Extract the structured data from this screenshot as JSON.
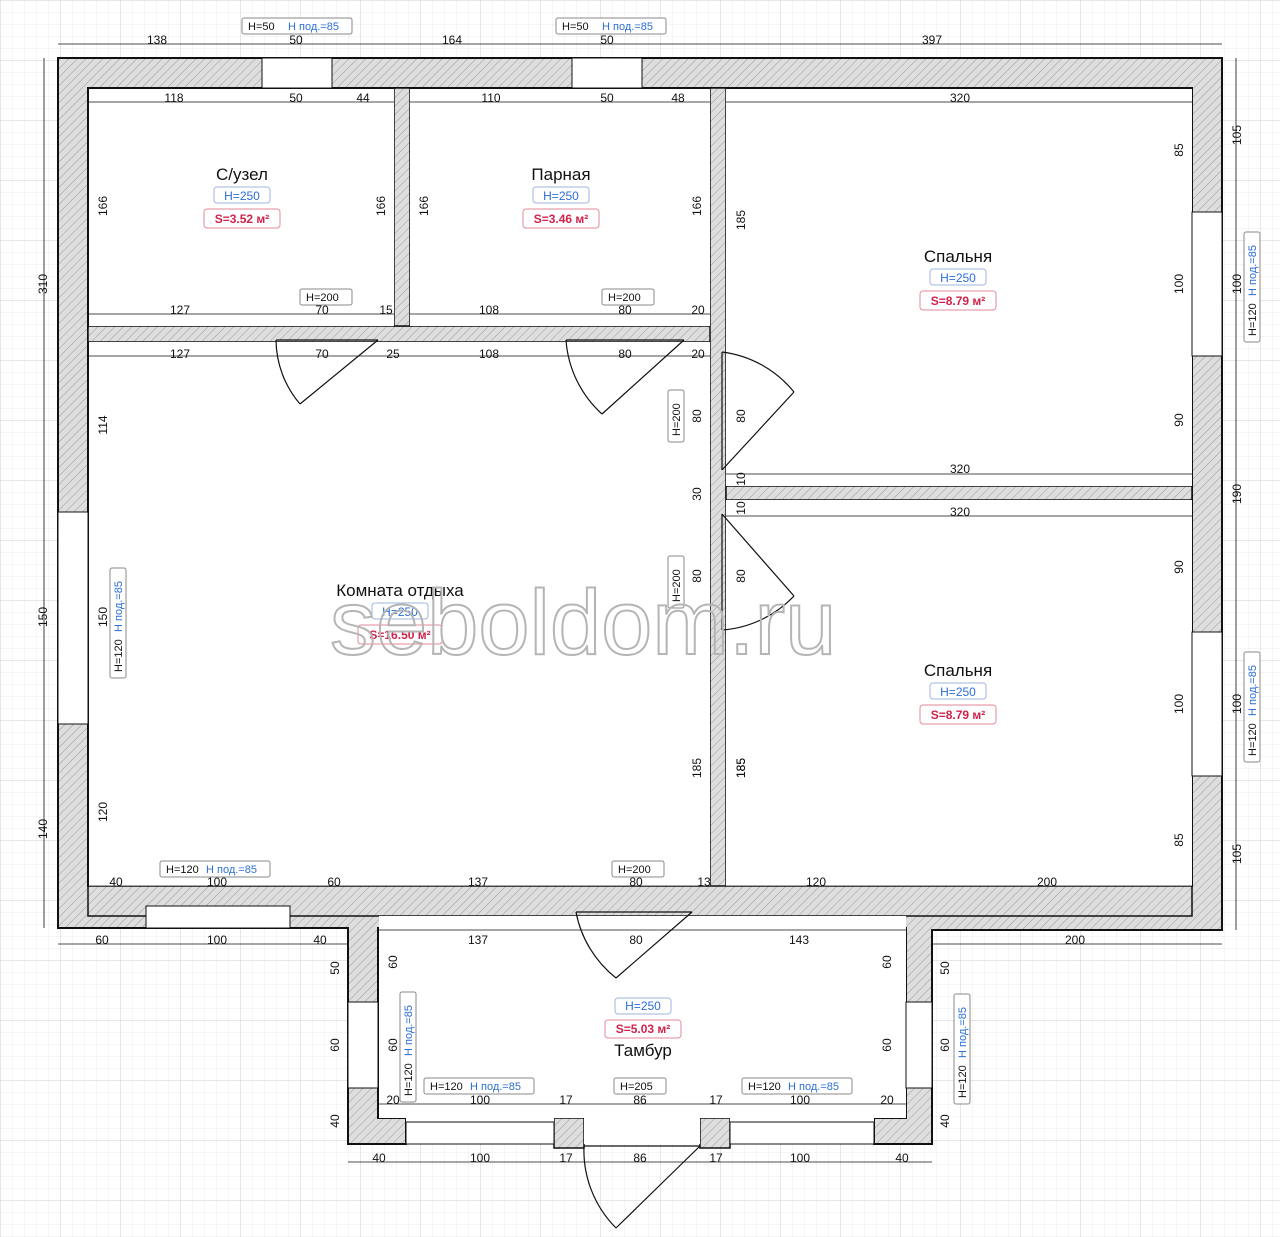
{
  "watermark": "seboldom.ru",
  "colors": {
    "height_tag": "#2c6fd6",
    "area_tag": "#d0234c",
    "wall": "#d6d6d6",
    "grid": "#e2e2e2"
  },
  "rooms": [
    {
      "name": "С/узел",
      "height": "H=250",
      "area": "S=3.52 м²"
    },
    {
      "name": "Парная",
      "height": "H=250",
      "area": "S=3.46 м²"
    },
    {
      "name": "Спальня",
      "height": "H=250",
      "area": "S=8.79 м²"
    },
    {
      "name": "Комната отдыха",
      "height": "H=250",
      "area": "S=16.50 м²"
    },
    {
      "name": "Спальня",
      "height": "H=250",
      "area": "S=8.79 м²"
    },
    {
      "name": "Тамбур",
      "height": "H=250",
      "area": "S=5.03 м²"
    }
  ],
  "tags": [
    {
      "h": "H=50",
      "sill": "H под.=85"
    },
    {
      "h": "H=50",
      "sill": "H под.=85"
    },
    {
      "h": "H=200"
    },
    {
      "h": "H=200"
    },
    {
      "h": "H=200"
    },
    {
      "h": "H=200"
    },
    {
      "h": "H=200"
    },
    {
      "h": "H=120",
      "sill": "H под.=85"
    },
    {
      "h": "H=120",
      "sill": "H под.=85"
    },
    {
      "h": "H=120",
      "sill": "H под.=85"
    },
    {
      "h": "H=120",
      "sill": "H под.=85"
    },
    {
      "h": "H=120",
      "sill": "H под.=85"
    },
    {
      "h": "H=120",
      "sill": "H под.=85"
    },
    {
      "h": "H=120",
      "sill": "H под.=85"
    },
    {
      "h": "H=120",
      "sill": "H под.=85"
    },
    {
      "h": "H=205"
    }
  ],
  "dims": [
    "138",
    "50",
    "164",
    "50",
    "397",
    "118",
    "50",
    "44",
    "110",
    "50",
    "48",
    "320",
    "127",
    "70",
    "15",
    "108",
    "80",
    "20",
    "127",
    "70",
    "25",
    "108",
    "80",
    "20",
    "320",
    "320",
    "40",
    "100",
    "60",
    "137",
    "80",
    "13",
    "120",
    "200",
    "60",
    "100",
    "40",
    "137",
    "80",
    "143",
    "200",
    "20",
    "100",
    "17",
    "86",
    "17",
    "100",
    "20",
    "40",
    "100",
    "17",
    "86",
    "17",
    "100",
    "40",
    "310",
    "150",
    "140",
    "166",
    "114",
    "150",
    "120",
    "166",
    "166",
    "166",
    "185",
    "80",
    "30",
    "80",
    "185",
    "185",
    "80",
    "10",
    "10",
    "80",
    "185",
    "85",
    "100",
    "90",
    "90",
    "100",
    "85",
    "105",
    "100",
    "190",
    "100",
    "105",
    "50",
    "60",
    "40",
    "60",
    "60",
    "60",
    "60",
    "50",
    "60",
    "40"
  ]
}
